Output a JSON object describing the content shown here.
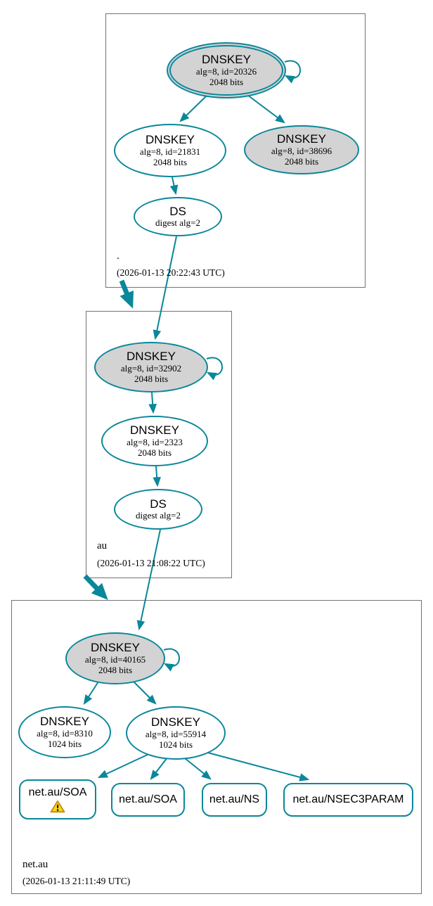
{
  "colors": {
    "secure_edge": "#0a879a",
    "ksk_fill": "#d3d3d3",
    "cluster_border": "#737373",
    "warning_fill": "#f5d720",
    "warning_border": "#c9880c"
  },
  "zones": [
    {
      "label": ".",
      "timestamp": "(2026-01-13 20:22:43 UTC)"
    },
    {
      "label": "au",
      "timestamp": "(2026-01-13 21:08:22 UTC)"
    },
    {
      "label": "net.au",
      "timestamp": "(2026-01-13 21:11:49 UTC)"
    }
  ],
  "nodes": {
    "root_ksk": {
      "title": "DNSKEY",
      "detail1": "alg=8, id=20326",
      "detail2": "2048 bits"
    },
    "root_zsk": {
      "title": "DNSKEY",
      "detail1": "alg=8, id=21831",
      "detail2": "2048 bits"
    },
    "root_key_38696": {
      "title": "DNSKEY",
      "detail1": "alg=8, id=38696",
      "detail2": "2048 bits"
    },
    "root_ds": {
      "title": "DS",
      "detail1": "digest alg=2"
    },
    "au_ksk": {
      "title": "DNSKEY",
      "detail1": "alg=8, id=32902",
      "detail2": "2048 bits"
    },
    "au_zsk": {
      "title": "DNSKEY",
      "detail1": "alg=8, id=2323",
      "detail2": "2048 bits"
    },
    "au_ds": {
      "title": "DS",
      "detail1": "digest alg=2"
    },
    "netau_ksk": {
      "title": "DNSKEY",
      "detail1": "alg=8, id=40165",
      "detail2": "2048 bits"
    },
    "netau_key_8310": {
      "title": "DNSKEY",
      "detail1": "alg=8, id=8310",
      "detail2": "1024 bits"
    },
    "netau_zsk": {
      "title": "DNSKEY",
      "detail1": "alg=8, id=55914",
      "detail2": "1024 bits"
    },
    "rrset_soa_warn": {
      "label": "net.au/SOA"
    },
    "rrset_soa": {
      "label": "net.au/SOA"
    },
    "rrset_ns": {
      "label": "net.au/NS"
    },
    "rrset_nsec3param": {
      "label": "net.au/NSEC3PARAM"
    }
  }
}
